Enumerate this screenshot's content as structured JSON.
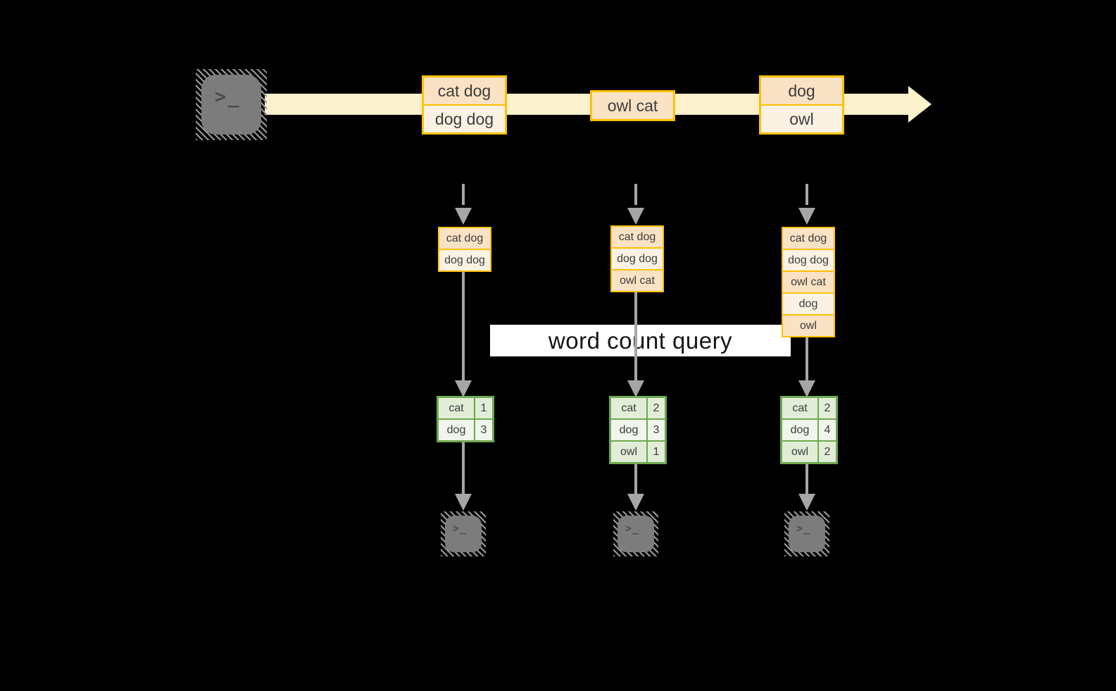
{
  "diagram": {
    "query_label": "word count query"
  },
  "icons": {
    "terminal_prompt": ">_"
  },
  "colors": {
    "background": "#000000",
    "stream_band": "#FCF1CD",
    "accent_orange": "#FFC000",
    "fill_peach": "#FAE2C4",
    "fill_cream": "#FCF2E4",
    "accent_green": "#6FA84F",
    "fill_green_dark": "#E2EDD8",
    "fill_green_light": "#F1F6EC",
    "arrow_gray": "#A6A6A6",
    "terminal_gray": "#7C7C7C",
    "banner_bg": "#FFFFFF"
  },
  "stream": {
    "events": [
      {
        "lines": [
          "cat dog",
          "dog dog"
        ]
      },
      {
        "lines": [
          "owl cat"
        ]
      },
      {
        "lines": [
          "dog",
          "owl"
        ]
      }
    ]
  },
  "stages": [
    {
      "input": [
        "cat dog",
        "dog dog"
      ],
      "result": {
        "rows": [
          {
            "word": "cat",
            "count": "1"
          },
          {
            "word": "dog",
            "count": "3"
          }
        ]
      }
    },
    {
      "input": [
        "cat dog",
        "dog dog",
        "owl cat"
      ],
      "result": {
        "rows": [
          {
            "word": "cat",
            "count": "2"
          },
          {
            "word": "dog",
            "count": "3"
          },
          {
            "word": "owl",
            "count": "1"
          }
        ]
      }
    },
    {
      "input": [
        "cat dog",
        "dog dog",
        "owl cat",
        "dog",
        "owl"
      ],
      "result": {
        "rows": [
          {
            "word": "cat",
            "count": "2"
          },
          {
            "word": "dog",
            "count": "4"
          },
          {
            "word": "owl",
            "count": "2"
          }
        ]
      }
    }
  ]
}
